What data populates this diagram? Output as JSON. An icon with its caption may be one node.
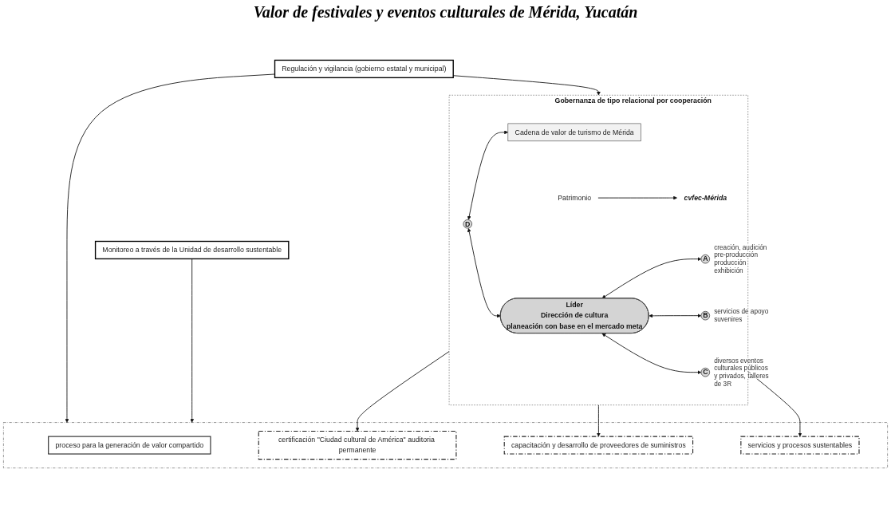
{
  "diagram": {
    "title": "Valor de festivales y eventos culturales de Mérida, Yucatán",
    "nodes": [
      {
        "text": [
          "Regulación y vigilancia (gobierno estatal y municipal)"
        ]
      },
      {
        "text": [
          "Gobernanza de tipo relacional por cooperación"
        ]
      },
      {
        "text": [
          "Cadena de valor de turismo de Mérida"
        ],
        "in": 1
      },
      {
        "text": [
          "Patrimonio"
        ],
        "in": 1
      },
      {
        "text": [
          "cvfec-Mérida"
        ],
        "in": 1
      },
      {
        "text": [
          "D"
        ],
        "in": 1
      },
      {
        "text": [
          "Líder",
          "Dirección de cultura",
          "planeación con base en el mercado meta"
        ],
        "in": 1
      },
      {
        "text": [
          "A"
        ],
        "in": 1,
        "beside": [
          "creación, audición",
          "pre-producción",
          "producción",
          "exhibición"
        ]
      },
      {
        "text": [
          "B"
        ],
        "in": 1,
        "beside": [
          "servicios de apoyo",
          "suvenires"
        ]
      },
      {
        "text": [
          "C"
        ],
        "in": 1,
        "beside": [
          "diversos eventos culturales públicos y privados, talleres de 3R"
        ]
      },
      {
        "text": [],
        "shape": "box"
      },
      {
        "text": [
          "proceso para la generación de valor compartido"
        ],
        "in": 10
      },
      {
        "text": [
          "certificación \"Ciudad cultural de América\" auditoria permanente"
        ],
        "in": 10
      },
      {
        "text": [
          "capacitación y desarrollo de proveedores de suministros"
        ],
        "in": 10
      },
      {
        "text": [
          "servicios y procesos sustentables"
        ],
        "in": 10
      },
      {
        "text": [
          "Monitoreo a través de la Unidad de desarrollo sustentable"
        ]
      }
    ],
    "edges": [
      {
        "from": 0,
        "to": 1,
        "arrow": "to"
      },
      {
        "from": 0,
        "to": 10,
        "arrow": "to"
      },
      {
        "from": 15,
        "to": 10,
        "arrow": "to"
      },
      {
        "from": 5,
        "to": 2,
        "arrow": "both"
      },
      {
        "from": 3,
        "to": 4,
        "arrow": "to"
      },
      {
        "from": 5,
        "to": 6,
        "arrow": "both"
      },
      {
        "from": 6,
        "to": 7,
        "arrow": "both"
      },
      {
        "from": 6,
        "to": 8,
        "arrow": "both"
      },
      {
        "from": 6,
        "to": 9,
        "arrow": "both"
      },
      {
        "from": 1,
        "to": 12,
        "arrow": "to"
      },
      {
        "from": 1,
        "to": 13,
        "arrow": "to"
      },
      {
        "from": 1,
        "to": 14,
        "arrow": "to"
      }
    ]
  }
}
